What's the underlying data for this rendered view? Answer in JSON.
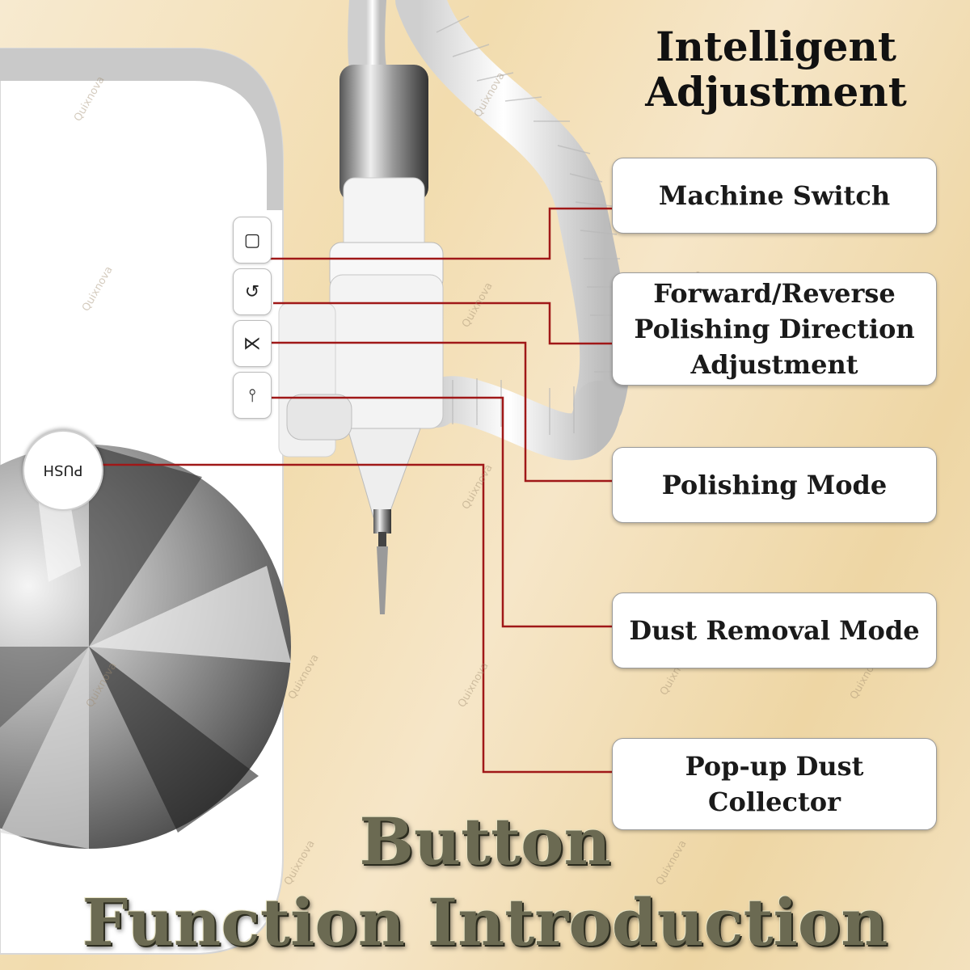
{
  "heading": [
    "Intelligent",
    "Adjustment"
  ],
  "labels": [
    {
      "lines": [
        "Machine Switch"
      ]
    },
    {
      "lines": [
        "Forward/Reverse",
        "Polishing Direction",
        "Adjustment"
      ]
    },
    {
      "lines": [
        "Polishing Mode"
      ]
    },
    {
      "lines": [
        "Dust Removal Mode"
      ]
    },
    {
      "lines": [
        "Pop-up Dust",
        "Collector"
      ]
    }
  ],
  "buttons": [
    {
      "icon": "power-icon",
      "glyph": "▢"
    },
    {
      "icon": "rotate-direction-icon",
      "glyph": "↺"
    },
    {
      "icon": "polish-mode-icon",
      "glyph": "⋉"
    },
    {
      "icon": "dust-mode-icon",
      "glyph": "⫯"
    }
  ],
  "push_label": "PUSH",
  "title_lines": [
    "Button",
    "Function Introduction"
  ],
  "watermark": "Quixnova",
  "colors": {
    "leader_line": "#a01818",
    "background": "#f3e0b8",
    "title": "#6b6a52"
  }
}
